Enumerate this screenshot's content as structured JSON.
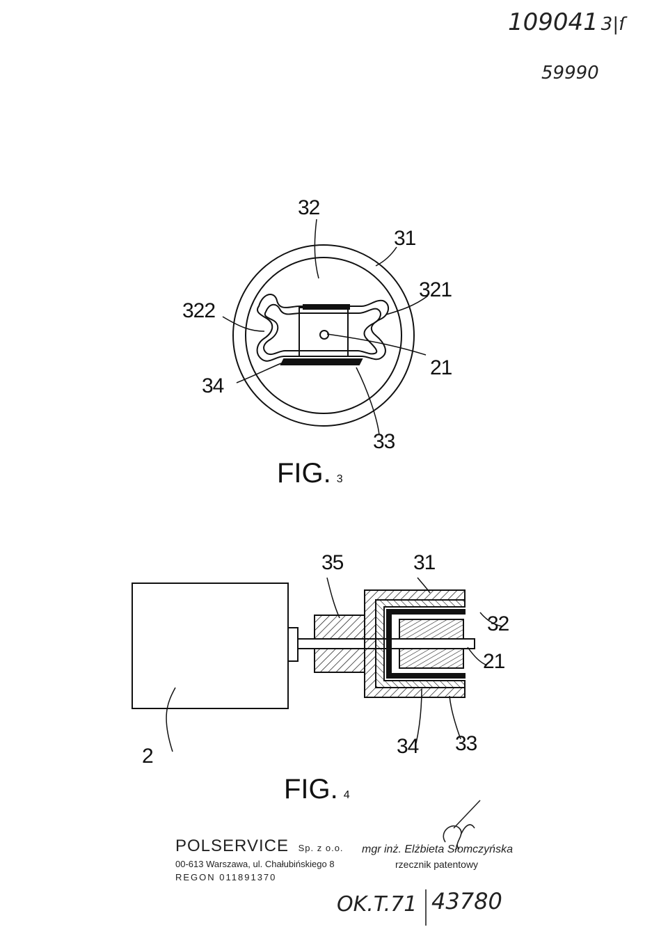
{
  "header": {
    "handwritten_number": "109041",
    "handwritten_suffix": "3|ſ",
    "handwritten_code": "59990"
  },
  "fig3": {
    "label": "FIG.",
    "number": "3",
    "refs": {
      "r32": "32",
      "r31": "31",
      "r321": "321",
      "r322": "322",
      "r21": "21",
      "r34": "34",
      "r33": "33"
    }
  },
  "fig4": {
    "label": "FIG.",
    "number": "4",
    "refs": {
      "r35": "35",
      "r31": "31",
      "r32": "32",
      "r21": "21",
      "r2": "2",
      "r34": "34",
      "r33": "33"
    }
  },
  "footer": {
    "company_name": "POLSERVICE",
    "company_form": "Sp. z o.o.",
    "company_address": "00-613 Warszawa, ul. Chałubińskiego 8",
    "company_regon": "REGON 011891370",
    "attorney_name": "mgr inż. Elżbieta Słomczyńska",
    "attorney_title": "rzecznik patentowy",
    "handwritten_ref_left": "OK.T.71",
    "handwritten_ref_right": "43780"
  }
}
